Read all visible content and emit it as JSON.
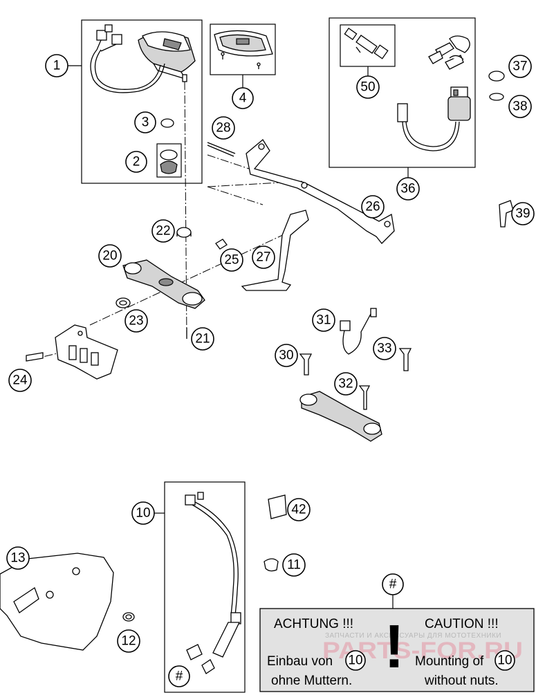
{
  "callouts": [
    {
      "label": "1"
    },
    {
      "label": "2"
    },
    {
      "label": "3"
    },
    {
      "label": "4"
    },
    {
      "label": "50"
    },
    {
      "label": "36"
    },
    {
      "label": "37"
    },
    {
      "label": "38"
    },
    {
      "label": "28"
    },
    {
      "label": "26"
    },
    {
      "label": "39"
    },
    {
      "label": "22"
    },
    {
      "label": "20"
    },
    {
      "label": "25"
    },
    {
      "label": "27"
    },
    {
      "label": "23"
    },
    {
      "label": "21"
    },
    {
      "label": "24"
    },
    {
      "label": "31"
    },
    {
      "label": "33"
    },
    {
      "label": "30"
    },
    {
      "label": "32"
    },
    {
      "label": "10"
    },
    {
      "label": "42"
    },
    {
      "label": "13"
    },
    {
      "label": "11"
    },
    {
      "label": "12"
    },
    {
      "label": "#"
    },
    {
      "label": "#"
    }
  ],
  "notice": {
    "left_title": "ACHTUNG !!!",
    "right_title": "CAUTION !!!",
    "left_line1": "Einbau von",
    "left_line2": "ohne Muttern.",
    "right_line1": "Mounting of",
    "right_line2": "without nuts.",
    "ref_number_left": "10",
    "ref_number_right": "10",
    "exclamation": "!"
  },
  "watermark": {
    "brand": "PARTS-FOR.RU",
    "tagline": "ЗАПЧАСТИ И АКСЕССУАРЫ ДЛЯ МОТОТЕХНИКИ"
  }
}
